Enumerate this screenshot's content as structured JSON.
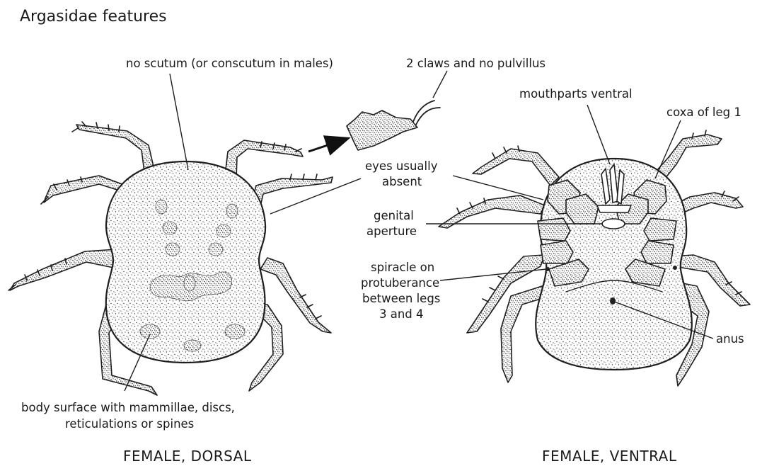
{
  "title": "Argasidae features",
  "labels": {
    "no_scutum": "no scutum (or conscutum in males)",
    "claws": "2 claws and no pulvillus",
    "mouthparts": "mouthparts ventral",
    "coxa": "coxa of leg 1",
    "eyes_1": "eyes usually",
    "eyes_2": "absent",
    "genital_1": "genital",
    "genital_2": "aperture",
    "spiracle_1": "spiracle on",
    "spiracle_2": "protuberance",
    "spiracle_3": "between legs",
    "spiracle_4": "3 and 4",
    "anus": "anus",
    "surface_1": "body surface with mammillae, discs,",
    "surface_2": "reticulations or spines"
  },
  "captions": {
    "dorsal": "FEMALE, DORSAL",
    "ventral": "FEMALE, VENTRAL"
  }
}
